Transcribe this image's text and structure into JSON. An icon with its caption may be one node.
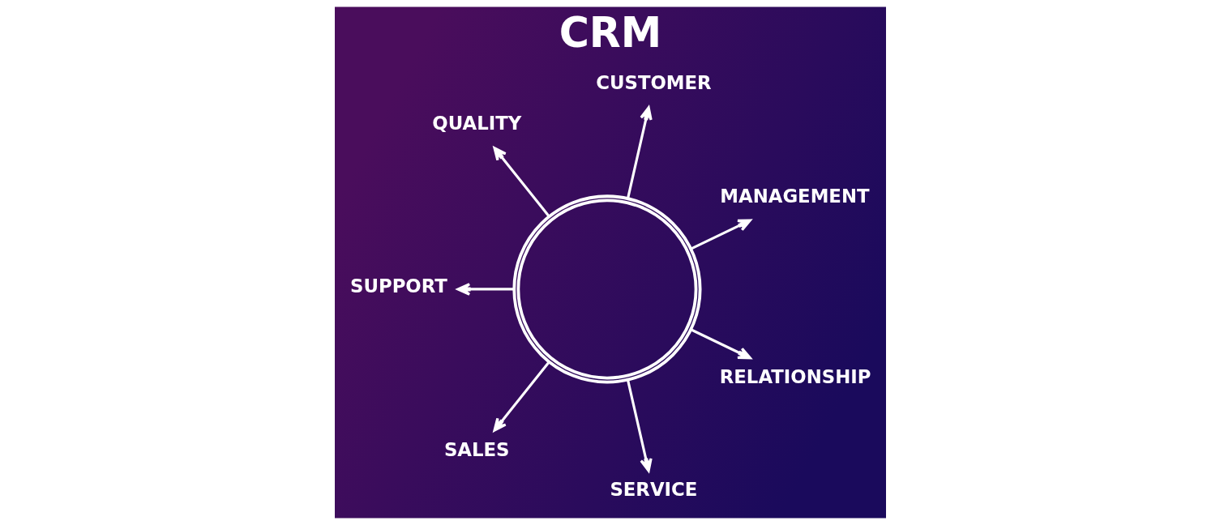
{
  "diagram": {
    "title": "CRM",
    "nodes": [
      {
        "text": [],
        "shape": "circle"
      },
      {
        "text": [
          "CUSTOMER"
        ]
      },
      {
        "text": [
          "QUALITY"
        ]
      },
      {
        "text": [
          "MANAGEMENT"
        ]
      },
      {
        "text": [
          "SUPPORT"
        ]
      },
      {
        "text": [
          "RELATIONSHIP"
        ]
      },
      {
        "text": [
          "SALES"
        ]
      },
      {
        "text": [
          "SERVICE"
        ]
      }
    ],
    "edges": [
      {
        "from": 0,
        "to": 1,
        "arrow": "to"
      },
      {
        "from": 0,
        "to": 3,
        "arrow": "to"
      },
      {
        "from": 0,
        "to": 5,
        "arrow": "to"
      },
      {
        "from": 0,
        "to": 7,
        "arrow": "to"
      },
      {
        "from": 0,
        "to": 6,
        "arrow": "to"
      },
      {
        "from": 0,
        "to": 4,
        "arrow": "to"
      },
      {
        "from": 0,
        "to": 2,
        "arrow": "to"
      }
    ]
  }
}
